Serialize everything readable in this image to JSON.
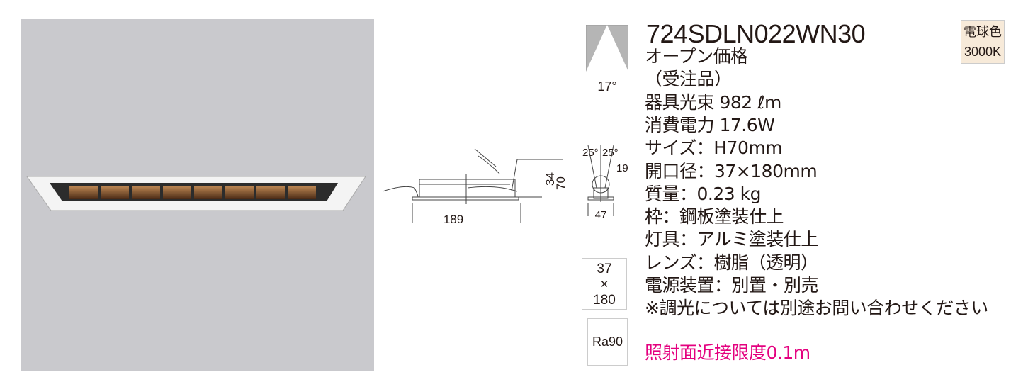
{
  "product": {
    "model": "724SDLN022WN30",
    "beam_angle": "17°",
    "color_badge": {
      "line1": "電球色",
      "line2": "3000K"
    }
  },
  "specs": [
    "オープン価格",
    "（受注品）",
    "器具光束 982 ℓm",
    "消費電力 17.6W",
    "サイズ：H70mm",
    "開口径：37×180mm",
    "質量：0.23 kg",
    "枠：鋼板塗装仕上",
    "灯具：アルミ塗装仕上",
    "レンズ：樹脂（透明）",
    "電源装置：別置・別売",
    "※調光については別途お問い合わせください"
  ],
  "note": "照射面近接限度0.1m",
  "note_color": "#e4007f",
  "cutout": {
    "width": "37",
    "x": "×",
    "length": "180"
  },
  "cri": "Ra90",
  "drawing": {
    "width": "189",
    "height_total": "70",
    "height_upper": "34",
    "side_width": "47",
    "side_offset": "19",
    "tilt_left": "25°",
    "tilt_right": "25°"
  }
}
